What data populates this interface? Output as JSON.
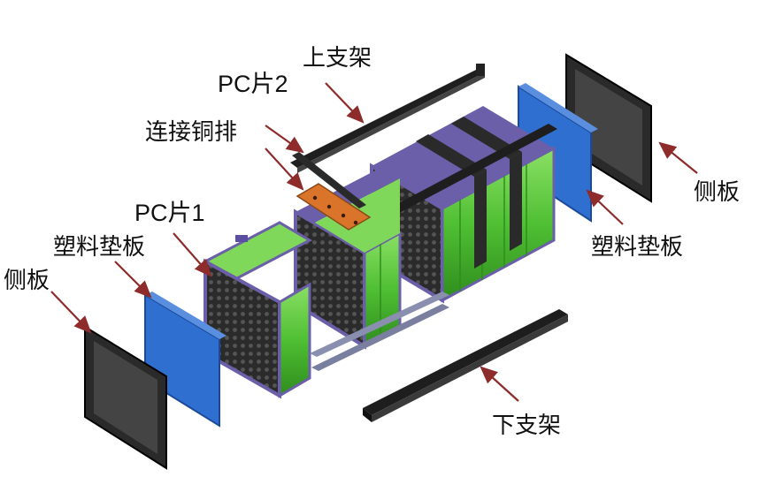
{
  "labels": {
    "upper_bracket": "上支架",
    "pc_sheet_2": "PC片2",
    "copper_busbar": "连接铜排",
    "pc_sheet_1": "PC片1",
    "plastic_pad_left": "塑料垫板",
    "side_plate_left": "侧板",
    "side_plate_right": "侧板",
    "plastic_pad_right": "塑料垫板",
    "lower_bracket": "下支架"
  },
  "colors": {
    "cell_green": "#5cc63a",
    "plate_blue": "#2f6fd0",
    "frame_purple": "#6a5fa8",
    "steel_dark": "#2a2a2a",
    "busbar_orange": "#d9742a",
    "arrow_red": "#8e2b2b"
  }
}
